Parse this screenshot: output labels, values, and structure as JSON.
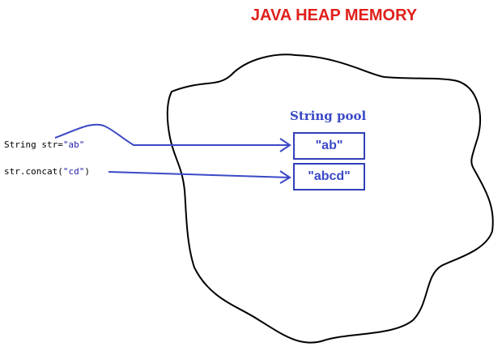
{
  "title": "JAVA HEAP MEMORY",
  "code": {
    "line1_prefix": "String str=",
    "line1_literal": "\"ab\"",
    "line2_prefix": "str.concat(",
    "line2_literal": "\"cd\"",
    "line2_suffix": ")"
  },
  "string_pool": {
    "label": "String pool",
    "cells": [
      "\"ab\"",
      "\"abcd\""
    ]
  },
  "colors": {
    "title": "#e0201c",
    "diagram_blue": "#3b49c6",
    "outline": "#000000"
  }
}
